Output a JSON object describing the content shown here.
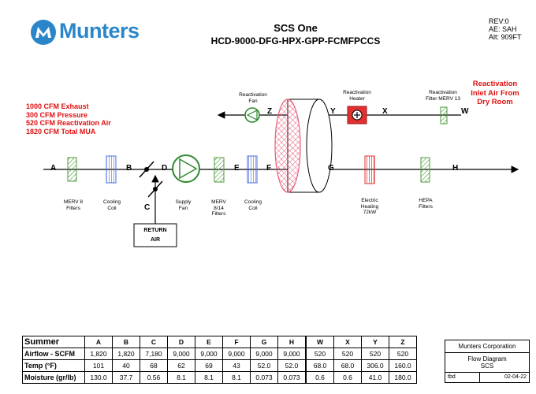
{
  "header": {
    "logo_text": "Munters",
    "title": "SCS One",
    "subtitle": "HCD-9000-DFG-HPX-GPP-FCMFPCCS",
    "rev": "REV:0",
    "ae": "AE: SAH",
    "alt": "Alt: 909FT"
  },
  "notes": {
    "left": [
      "1000 CFM Exhaust",
      "300 CFM Pressure",
      "520 CFM Reactivation Air",
      "1820 CFM Total MUA"
    ],
    "right": [
      "Reactivation",
      "Inlet Air From",
      "Dry Room"
    ]
  },
  "components": {
    "merv8": [
      "MERV 8",
      "Filters"
    ],
    "cooling_coil_1": [
      "Cooling",
      "Coil"
    ],
    "supply_fan": [
      "Supply",
      "Fan"
    ],
    "merv14": [
      "MERV",
      "8/14",
      "Filters"
    ],
    "cooling_coil_2": [
      "Cooling",
      "Coil"
    ],
    "electric_heating": [
      "Electric",
      "Heating",
      "72kW"
    ],
    "hepa": [
      "HEPA",
      "Filters"
    ],
    "reactivation_fan": [
      "Reactivation",
      "Fan"
    ],
    "reactivation_heater": [
      "Reactivation",
      "Heater"
    ],
    "reactivation_filter": [
      "Reactivation",
      "Filter MERV 13"
    ],
    "return_air": [
      "RETURN",
      "AIR"
    ]
  },
  "points": {
    "A": "A",
    "B": "B",
    "C": "C",
    "D": "D",
    "E": "E",
    "F": "F",
    "G": "G",
    "H": "H",
    "W": "W",
    "X": "X",
    "Y": "Y",
    "Z": "Z"
  },
  "table": {
    "season": "Summer",
    "process_columns": [
      "A",
      "B",
      "C",
      "D",
      "E",
      "F",
      "G",
      "H"
    ],
    "react_columns": [
      "W",
      "X",
      "Y",
      "Z"
    ],
    "rows": [
      {
        "label": "Airflow - SCFM",
        "process": [
          "1,820",
          "1,820",
          "7,180",
          "9,000",
          "9,000",
          "9,000",
          "9,000",
          "9,000"
        ],
        "react": [
          "520",
          "520",
          "520",
          "520"
        ]
      },
      {
        "label": "Temp (°F)",
        "process": [
          "101",
          "40",
          "68",
          "62",
          "69",
          "43",
          "52.0",
          "52.0"
        ],
        "react": [
          "68.0",
          "68.0",
          "306.0",
          "160.0"
        ]
      },
      {
        "label": "Moisture (gr/lb)",
        "process": [
          "130.0",
          "37.7",
          "0.56",
          "8.1",
          "8.1",
          "8.1",
          "0.073",
          "0.073"
        ],
        "react": [
          "0.6",
          "0.6",
          "41.0",
          "180.0"
        ]
      }
    ]
  },
  "titleblock": {
    "company": "Munters Corporation",
    "line1": "Flow Diagram",
    "line2": "SCS",
    "left": "tbd",
    "date": "02-04-22"
  },
  "colors": {
    "logo": "#2a86c9",
    "note_red": "#e01010",
    "filter_green": "#4a9a3a",
    "coil_blue": "#4a6ee0",
    "heater_red": "#e03030",
    "wheel_pink": "#f08a9a",
    "fan_green": "#2e8a2e"
  }
}
